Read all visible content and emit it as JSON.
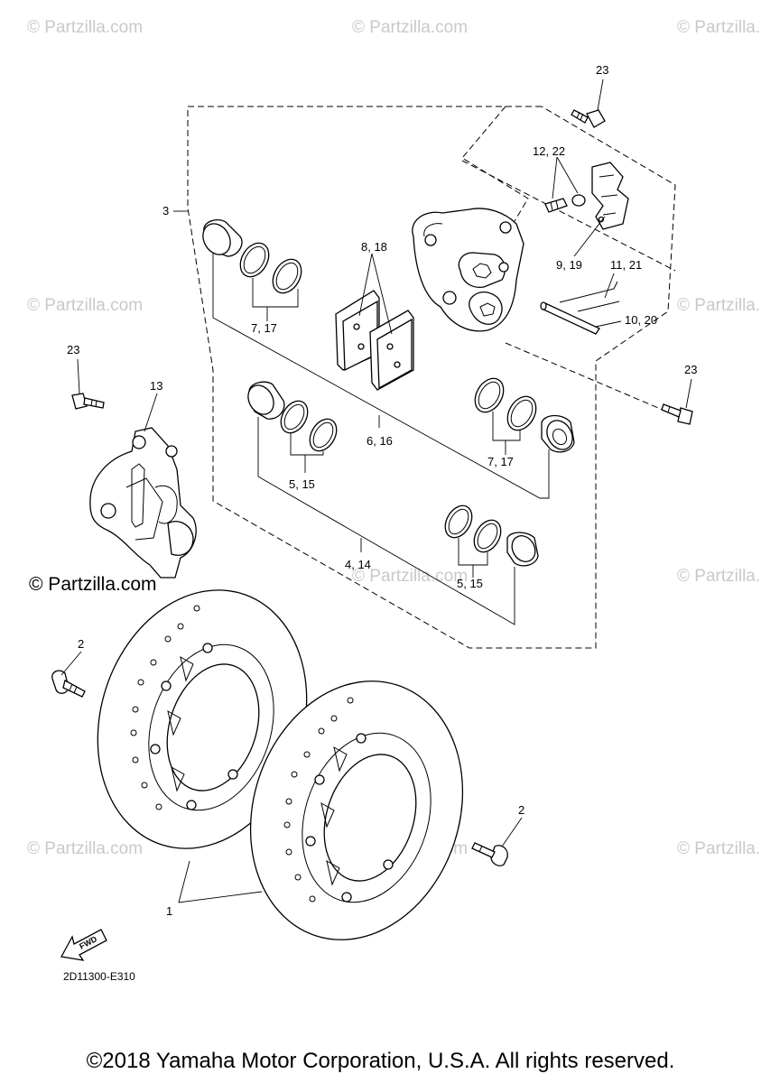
{
  "watermark": {
    "text": "© Partzilla.com",
    "prominent_text": "© Partzilla.com"
  },
  "callouts": {
    "c1": "1",
    "c2a": "2",
    "c2b": "2",
    "c3": "3",
    "c4_14": "4, 14",
    "c5_15a": "5, 15",
    "c5_15b": "5, 15",
    "c6_16": "6, 16",
    "c7_17a": "7, 17",
    "c7_17b": "7, 17",
    "c8_18": "8, 18",
    "c9_19": "9, 19",
    "c10_20": "10, 20",
    "c11_21": "11, 21",
    "c12_22": "12, 22",
    "c13": "13",
    "c23a": "23",
    "c23b": "23",
    "c23c": "23"
  },
  "fwd_label": "FWD",
  "diagram_code": "2D11300-E310",
  "copyright": "©2018 Yamaha Motor Corporation, U.S.A. All rights reserved."
}
